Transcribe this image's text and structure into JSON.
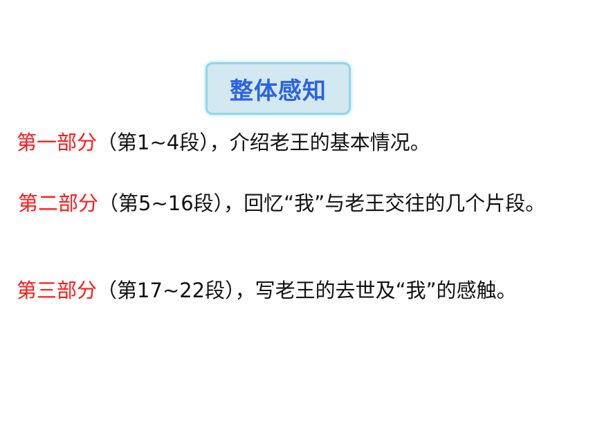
{
  "title": "整体感知",
  "colors": {
    "title_text": "#2b63e0",
    "title_box_bg": "#d3e8f1",
    "title_box_border": "#8fd6ee",
    "label_red": "#ff1a1a",
    "body_text": "#111111"
  },
  "sections": [
    {
      "label": "第一部分",
      "text": "（第1~4段），介绍老王的基本情况。"
    },
    {
      "label": "第二部分",
      "text": "（第5~16段），回忆“我”与老王交往的几个片段。"
    },
    {
      "label": "第三部分",
      "text": "（第17~22段），写老王的去世及“我”的感触。"
    }
  ]
}
